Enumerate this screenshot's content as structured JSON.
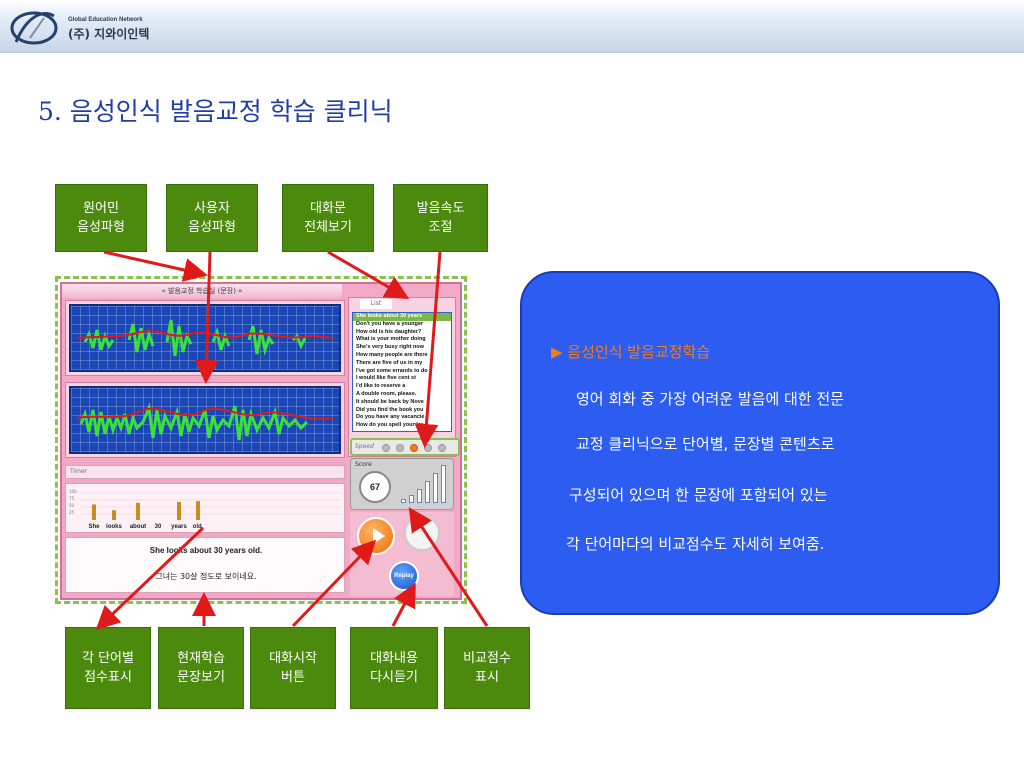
{
  "header": {
    "logo_en": "Global Education Network",
    "logo_ko": "(주) 지와이인텍"
  },
  "page_title": "5. 음성인식 발음교정 학습 클리닉",
  "callouts_top": [
    {
      "label": "원어민\n음성파형"
    },
    {
      "label": "사용자\n음성파형"
    },
    {
      "label": "대화문\n전체보기"
    },
    {
      "label": "발음속도\n조절"
    }
  ],
  "callouts_bottom": [
    {
      "label": "각 단어별\n점수표시"
    },
    {
      "label": "현재학습\n문장보기"
    },
    {
      "label": "대화시작\n버튼"
    },
    {
      "label": "대화내용\n다시듣기"
    },
    {
      "label": "비교점수\n표시"
    }
  ],
  "app": {
    "title": "« 발음교정 학습실 (문장) »",
    "timer_label": "Timer",
    "list_tab": "List",
    "list_items": [
      "She looks about 30 years",
      "Don't you have a younger",
      "How old is his daughter?",
      "What is your mother doing",
      "She's very busy right now",
      "How many people are there",
      "There are five of us in my",
      "I've got some errands to do",
      "I would like five cent st",
      "I'd like to reserve a",
      "A double room, please.",
      "It should be back by Nove",
      "Did you find the book you",
      "Do you have any vacancie",
      "How do you spell your las"
    ],
    "speed_label": "Speed",
    "score_label": "Score",
    "score_value": "67",
    "word_scores": {
      "words": [
        "She",
        "looks",
        "about",
        "30",
        "years",
        "old."
      ],
      "values": [
        70,
        35,
        80,
        0,
        85,
        90
      ],
      "ticks": [
        "100",
        "75",
        "50",
        "25"
      ]
    },
    "sentence_en": "She looks about 30 years old.",
    "sentence_ko": "그녀는 30살 정도로 보이네요.",
    "replay_label": "Replay"
  },
  "info": {
    "heading": "▶ 음성인식 발음교정학습",
    "lines": [
      "영어 회화 중 가장 어려운 발음에 대한 전문",
      "교정 클리닉으로 단어별, 문장별 콘텐츠로",
      "구성되어 있으며 한 문장에 포함되어 있는",
      "각 단어마다의 비교점수도 자세히 보여줌."
    ]
  },
  "colors": {
    "callout_green": "#4b8a0d",
    "title_blue": "#1f3fa3",
    "panel_blue": "#2c5cf0",
    "heading_orange": "#f07d16",
    "arrow_red": "#e01919"
  }
}
